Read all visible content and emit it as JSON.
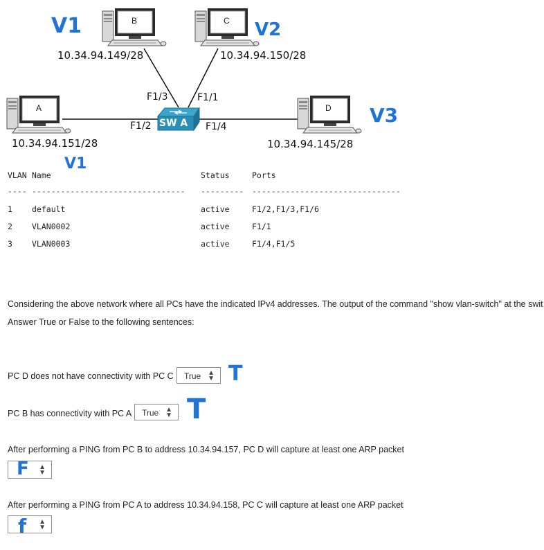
{
  "diagram": {
    "pcs": [
      {
        "id": "pc-a",
        "label": "A",
        "ip": "10.34.94.151/28"
      },
      {
        "id": "pc-b",
        "label": "B",
        "ip": "10.34.94.149/28"
      },
      {
        "id": "pc-c",
        "label": "C",
        "ip": "10.34.94.150/28"
      },
      {
        "id": "pc-d",
        "label": "D",
        "ip": "10.34.94.145/28"
      }
    ],
    "switch_label": "SW A",
    "ports": {
      "f13": "F1/3",
      "f11": "F1/1",
      "f12": "F1/2",
      "f14": "F1/4"
    },
    "handwritten": {
      "v1_top": "V1",
      "v2": "V2",
      "v3": "V3",
      "v1_bottom": "V1"
    }
  },
  "vlan_table": {
    "headers": [
      "VLAN",
      "Name",
      "Status",
      "Ports"
    ],
    "dashes": [
      "----",
      "--------------------------------",
      "---------",
      "-------------------------------"
    ],
    "rows": [
      {
        "vlan": "1",
        "name": "default",
        "status": "active",
        "ports": "F1/2,F1/3,F1/6"
      },
      {
        "vlan": "2",
        "name": "VLAN0002",
        "status": "active",
        "ports": "F1/1"
      },
      {
        "vlan": "3",
        "name": "VLAN0003",
        "status": "active",
        "ports": "F1/4,F1/5"
      }
    ]
  },
  "intro": {
    "line1": "Considering the above network where all PCs have the indicated IPv4 addresses. The output of the command \"show vlan-switch\" at the swit",
    "line2": "Answer True or False to the following sentences:"
  },
  "questions": [
    {
      "text": "PC D does not have connectivity with PC C",
      "selected": "True",
      "mark": "T"
    },
    {
      "text": "PC B has connectivity with PC A",
      "selected": "True",
      "mark": "T"
    },
    {
      "text": "After performing a PING from PC B to address 10.34.94.157, PC D will capture at least one ARP packet",
      "selected": "F",
      "mark": ""
    },
    {
      "text": "After performing a PING from PC A to address 10.34.94.158, PC C will capture at least one ARP packet",
      "selected": "f",
      "mark": ""
    }
  ],
  "icons": {
    "updown": "updown-arrow-icon"
  }
}
